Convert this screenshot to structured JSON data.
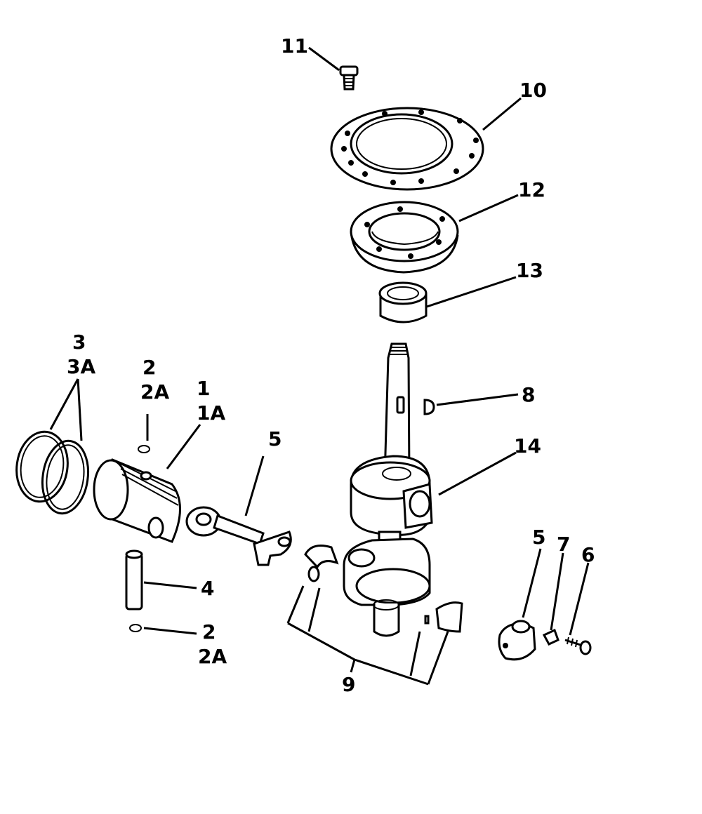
{
  "callouts": {
    "c11": "11",
    "c10": "10",
    "c12": "12",
    "c13": "13",
    "c8": "8",
    "c14": "14",
    "c3a": "3",
    "c3b": "3A",
    "c2a": "2",
    "c2b": "2A",
    "c1a": "1",
    "c1b": "1A",
    "c5": "5",
    "c4": "4",
    "c2c": "2",
    "c2d": "2A",
    "c9": "9",
    "c5b": "5",
    "c7": "7",
    "c6": "6"
  }
}
